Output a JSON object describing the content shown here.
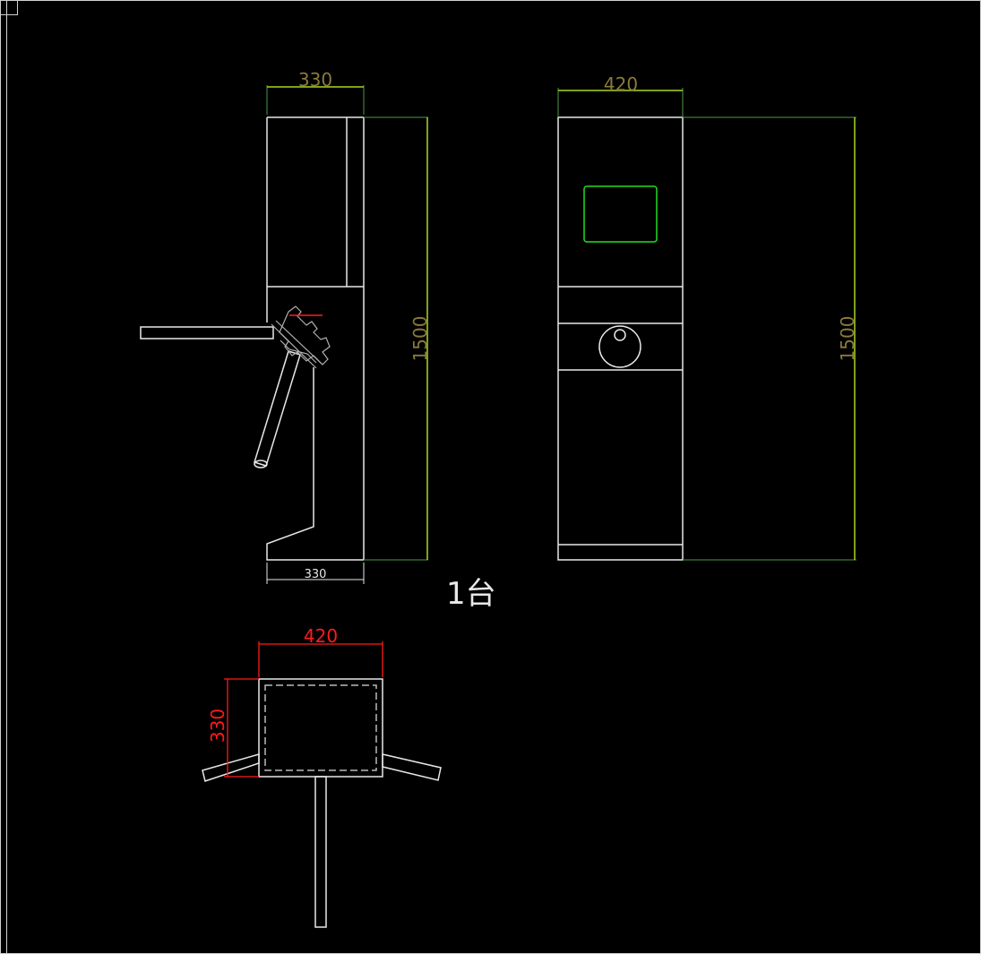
{
  "drawing": {
    "side_view": {
      "width_top": "330",
      "width_bottom": "330",
      "height": "1500"
    },
    "front_view": {
      "width": "420",
      "height": "1500"
    },
    "top_view": {
      "width": "420",
      "depth": "330"
    },
    "quantity_note": "1台"
  },
  "colors": {
    "background": "#000000",
    "outline": "#e8e8e8",
    "dimension_line": "#a8d820",
    "extension_line": "#4a9a4a",
    "dimension_text": "#8a7a3a",
    "red_dimension": "#ff1a1a",
    "display_frame": "#22dd22"
  }
}
